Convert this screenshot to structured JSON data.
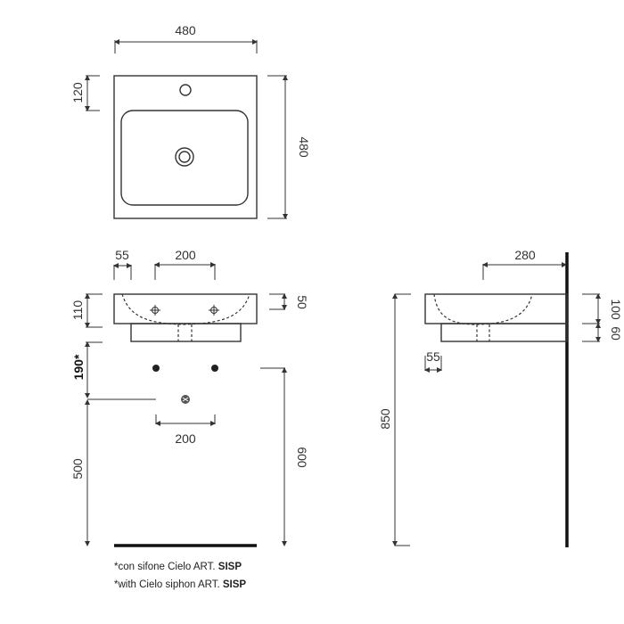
{
  "top_view": {
    "width_label": "480",
    "depth_label": "480",
    "tap_hole_offset_label": "120"
  },
  "front_view": {
    "overflow_offset_label": "55",
    "tap_spacing_label": "200",
    "basin_height_label": "110",
    "bowl_depth_label": "50",
    "siphon_label": "190*",
    "wall_fixing_spacing_label": "200",
    "waste_height_label": "500",
    "fixing_height_label": "600"
  },
  "side_view": {
    "projection_label": "280",
    "top_height_label": "850",
    "basin_height_label": "100",
    "shelf_height_label": "60",
    "offset_label": "55"
  },
  "notes": [
    {
      "text": "*con sifone Cielo ART.",
      "code": "SISP"
    },
    {
      "text": "*with Cielo siphon ART.",
      "code": "SISP"
    }
  ]
}
